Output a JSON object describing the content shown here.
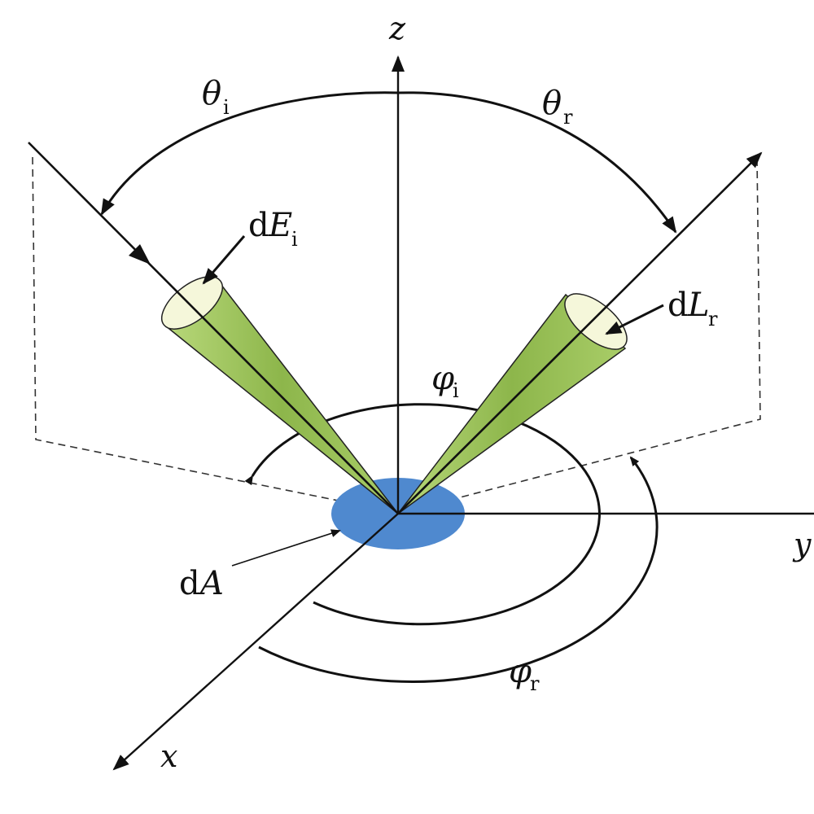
{
  "labels": {
    "z_axis": "z",
    "y_axis": "y",
    "x_axis": "x",
    "theta_i": {
      "sym": "θ",
      "sub": "i"
    },
    "theta_r": {
      "sym": "θ",
      "sub": "r"
    },
    "phi_i": {
      "sym": "φ",
      "sub": "i"
    },
    "phi_r": {
      "sym": "φ",
      "sub": "r"
    },
    "dE_i": {
      "d": "d",
      "sym": "E",
      "sub": "i"
    },
    "dL_r": {
      "d": "d",
      "sym": "L",
      "sub": "r"
    },
    "dA": {
      "d": "d",
      "sym": "A"
    }
  },
  "colors": {
    "cone_fill": "#9dc35a",
    "cone_cap": "#f5f7da",
    "surface_patch": "#4f89cf",
    "line": "#111111"
  }
}
